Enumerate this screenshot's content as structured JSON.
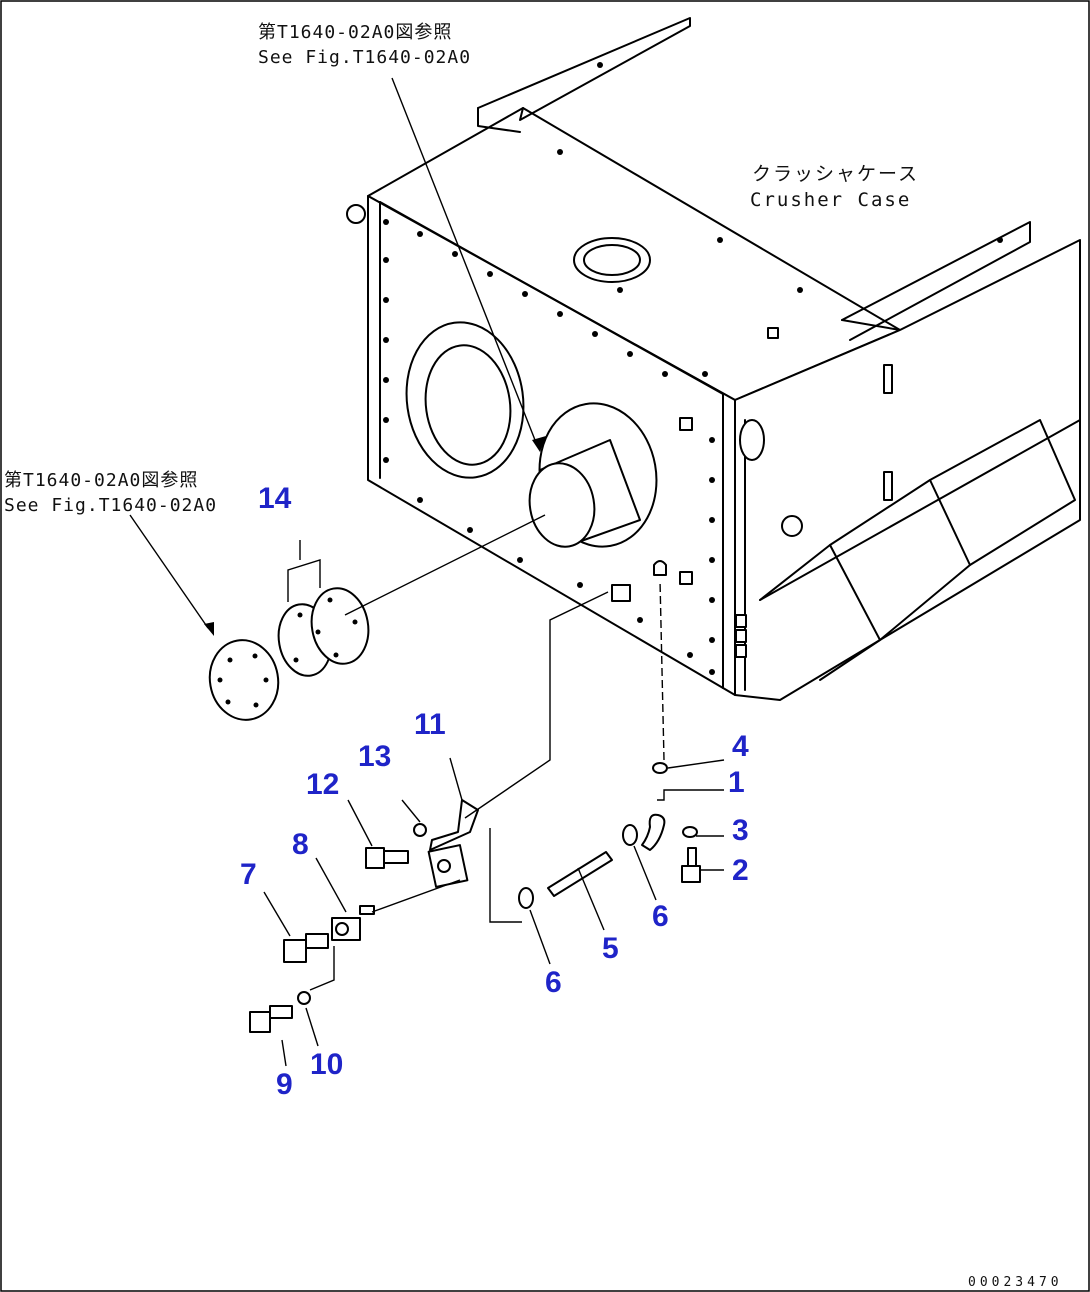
{
  "references": {
    "top_ja": "第T1640-02A0図参照",
    "top_en": "See Fig.T1640-02A0",
    "left_ja": "第T1640-02A0図参照",
    "left_en": "See Fig.T1640-02A0"
  },
  "case_label": {
    "ja": "クラッシャケース",
    "en": "Crusher Case"
  },
  "callouts": [
    "1",
    "2",
    "3",
    "4",
    "5",
    "6",
    "6",
    "7",
    "8",
    "9",
    "10",
    "11",
    "12",
    "13",
    "14"
  ],
  "callout_color": "#1f24c8",
  "doc_number": "00023470"
}
